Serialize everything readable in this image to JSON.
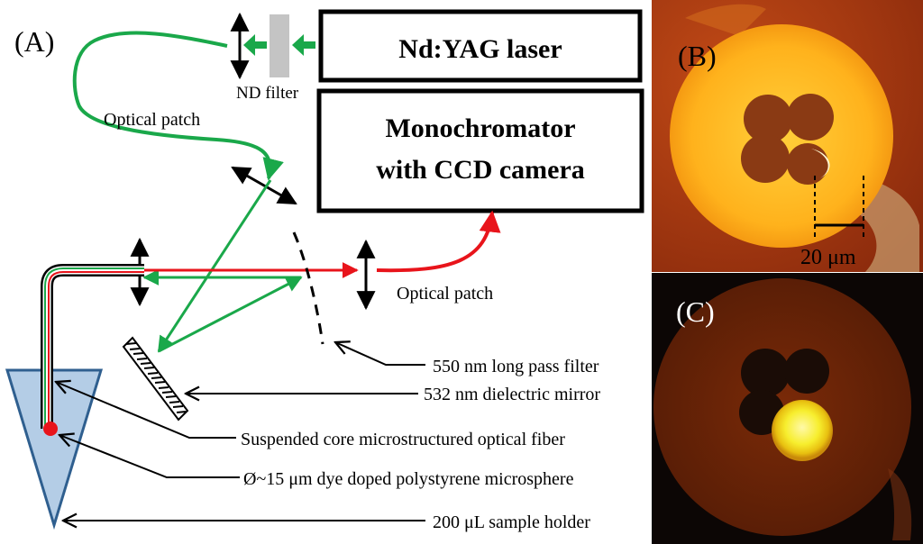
{
  "panels": {
    "a": "(A)",
    "b": "(B)",
    "c": "(C)"
  },
  "boxes": {
    "laser": "Nd:YAG laser",
    "mono_line1": "Monochromator",
    "mono_line2": "with CCD camera"
  },
  "labels": {
    "nd_filter": "ND filter",
    "optical_patch_top": "Optical patch",
    "optical_patch_right": "Optical patch",
    "long_pass": "550 nm long pass filter",
    "mirror": "532 nm dielectric mirror",
    "fiber": "Suspended core microstructured optical fiber",
    "microsphere": "Ø~15 μm dye doped polystyrene microsphere",
    "holder": "200 μL sample holder",
    "scale": "20 μm"
  },
  "colors": {
    "excitation_beam": "#1aa84a",
    "emission_beam": "#e8141b",
    "sample_holder": "#b4cde6",
    "panel_b_background": "#a8340f",
    "panel_c_background": "#0c0605"
  }
}
